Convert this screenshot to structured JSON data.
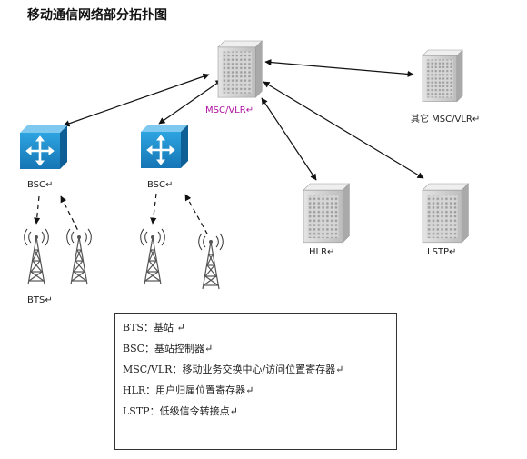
{
  "title": "移动通信网络部分拓扑图",
  "nodes": {
    "msc": {
      "label": "MSC/VLR↵"
    },
    "other_msc": {
      "label": "其它 MSC/VLR↵"
    },
    "bsc_left": {
      "label": "BSC↵"
    },
    "bsc_right": {
      "label": "BSC↵"
    },
    "hlr": {
      "label": "HLR↵"
    },
    "lstp": {
      "label": "LSTP↵"
    },
    "bts": {
      "label": "BTS↵"
    }
  },
  "legend": [
    "BTS：基站                    ↵",
    "BSC：基站控制器↵",
    "MSC/VLR：移动业务交换中心/访问位置寄存器↵",
    "HLR：用户归属位置寄存器↵",
    "LSTP：低级信令转接点↵"
  ],
  "colors": {
    "router": "#1f8fd0",
    "server": "#cfcfcf",
    "msc_label": "#b0119e",
    "tower": "#9a9a9a"
  }
}
